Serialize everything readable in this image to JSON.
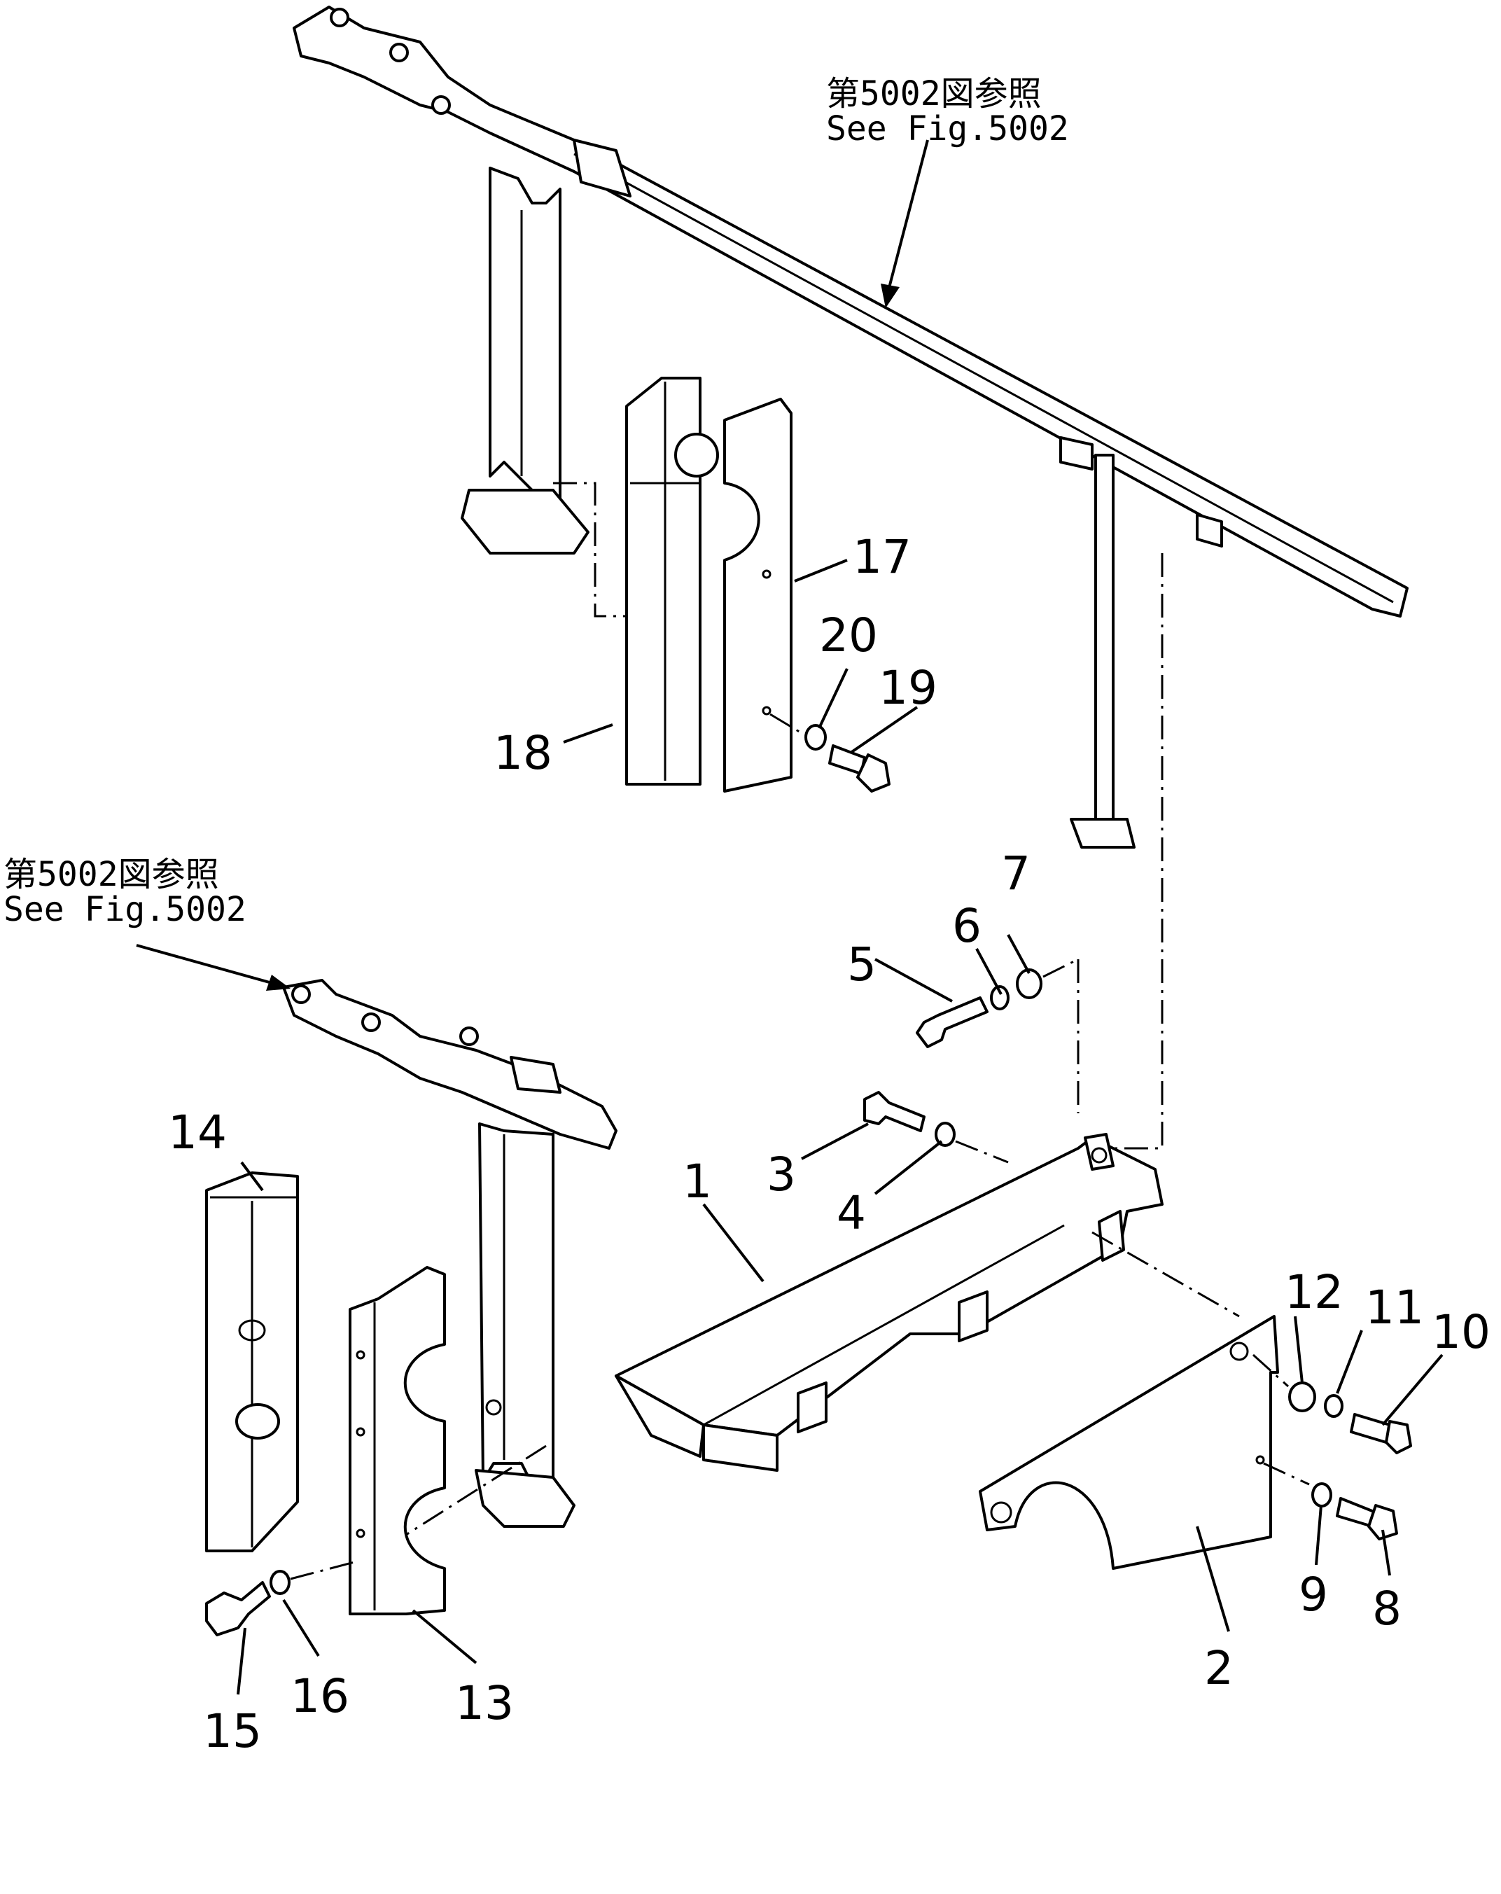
{
  "references": {
    "top_jp": "第5002図参照",
    "top_en": "See Fig.5002",
    "left_jp": "第5002図参照",
    "left_en": "See Fig.5002"
  },
  "part_numbers": [
    "1",
    "2",
    "3",
    "4",
    "5",
    "6",
    "7",
    "8",
    "9",
    "10",
    "11",
    "12",
    "13",
    "14",
    "15",
    "16",
    "17",
    "18",
    "19",
    "20"
  ],
  "colors": {
    "ink": "#000000",
    "paper": "#ffffff"
  }
}
